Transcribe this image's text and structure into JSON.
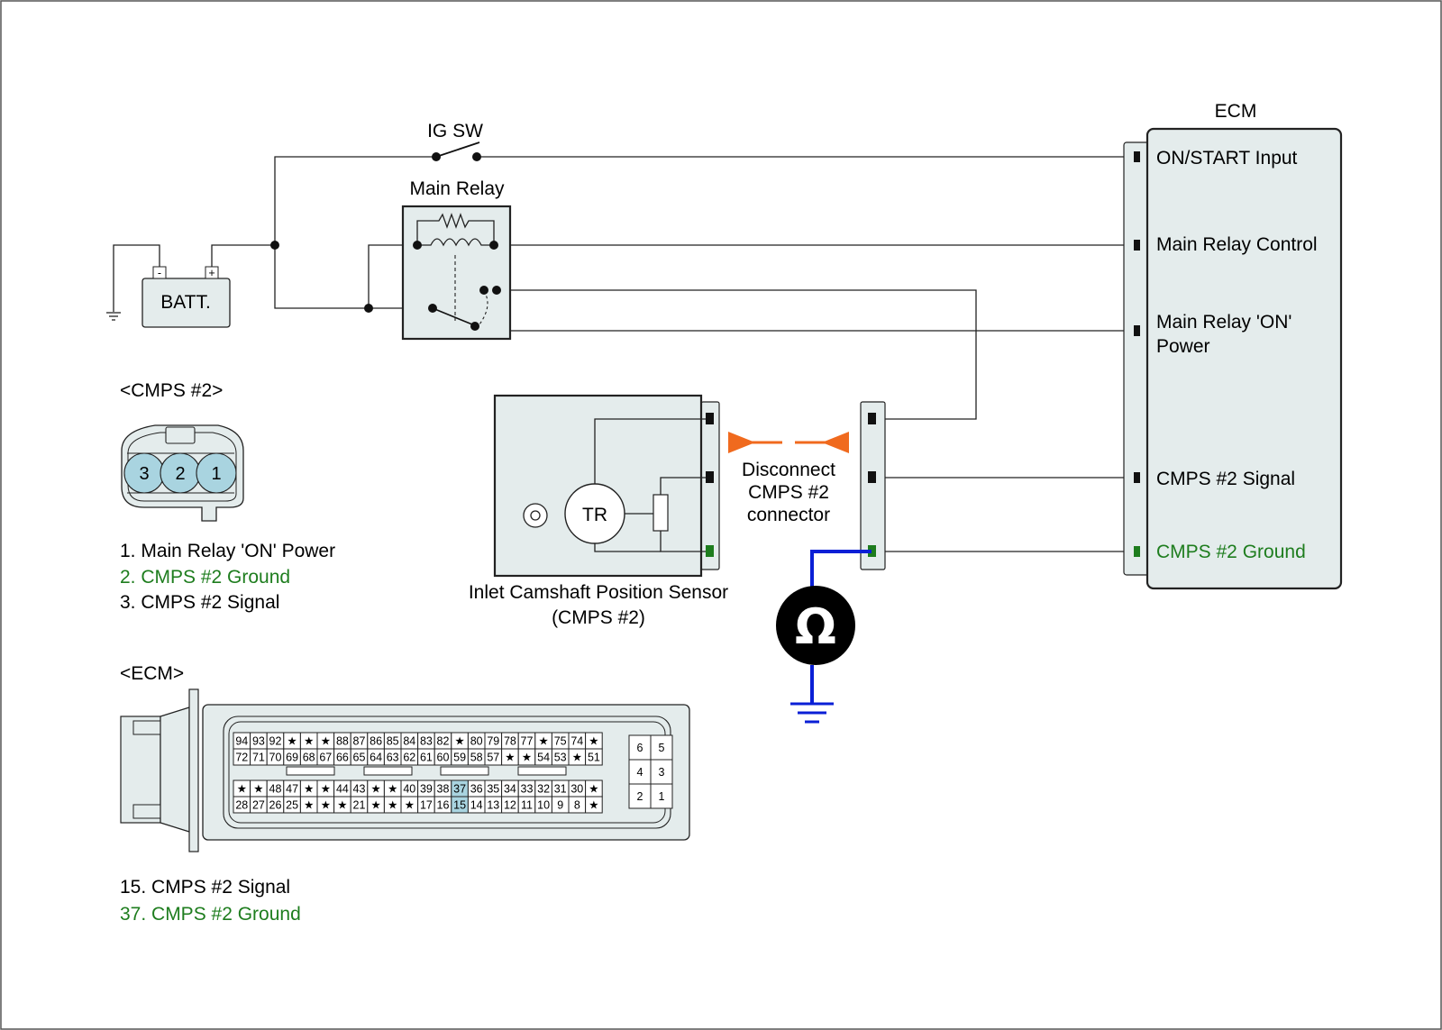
{
  "colors": {
    "wire": "#222222",
    "box_fill": "#e4ecec",
    "ground_text": "#1e7d1e",
    "meter_wire": "#0a1fd6",
    "arrow": "#f06a1e",
    "pin_highlight": "#a9d4e0"
  },
  "switch": {
    "label": "IG SW"
  },
  "relay": {
    "label": "Main Relay"
  },
  "battery": {
    "label": "BATT.",
    "neg": "-",
    "pos": "+"
  },
  "ecm": {
    "title": "ECM",
    "terminals": [
      "ON/START Input",
      "Main Relay Control",
      "Main Relay 'ON'",
      "Power",
      "CMPS #2 Signal",
      "CMPS #2 Ground"
    ]
  },
  "sensor": {
    "tr": "TR",
    "caption1": "Inlet Camshaft Position Sensor",
    "caption2": "(CMPS #2)"
  },
  "disconnect": {
    "line1": "Disconnect",
    "line2": "CMPS #2",
    "line3": "connector"
  },
  "meter": {
    "symbol": "Ω",
    "icon": "ohmmeter-icon"
  },
  "cmps_connector": {
    "title": "<CMPS #2>",
    "pins": [
      "3",
      "2",
      "1"
    ],
    "legend": [
      "1. Main Relay 'ON' Power",
      "2. CMPS #2 Ground",
      "3. CMPS #2 Signal"
    ]
  },
  "ecm_connector": {
    "title": "<ECM>",
    "rows": [
      [
        "94",
        "93",
        "92",
        "★",
        "★",
        "★",
        "88",
        "87",
        "86",
        "85",
        "84",
        "83",
        "82",
        "★",
        "80",
        "79",
        "78",
        "77",
        "★",
        "75",
        "74",
        "★"
      ],
      [
        "72",
        "71",
        "70",
        "69",
        "68",
        "67",
        "66",
        "65",
        "64",
        "63",
        "62",
        "61",
        "60",
        "59",
        "58",
        "57",
        "★",
        "★",
        "54",
        "53",
        "★",
        "51"
      ],
      [
        "★",
        "★",
        "48",
        "47",
        "★",
        "★",
        "44",
        "43",
        "★",
        "★",
        "40",
        "39",
        "38",
        "37",
        "36",
        "35",
        "34",
        "33",
        "32",
        "31",
        "30",
        "★"
      ],
      [
        "28",
        "27",
        "26",
        "25",
        "★",
        "★",
        "★",
        "21",
        "★",
        "★",
        "★",
        "17",
        "16",
        "15",
        "14",
        "13",
        "12",
        "11",
        "10",
        "9",
        "8",
        "★"
      ]
    ],
    "small_block": [
      [
        "6",
        "5"
      ],
      [
        "4",
        "3"
      ],
      [
        "2",
        "1"
      ]
    ],
    "highlight": [
      "37",
      "15"
    ],
    "legend": [
      "15. CMPS #2 Signal",
      "37. CMPS #2 Ground"
    ]
  }
}
